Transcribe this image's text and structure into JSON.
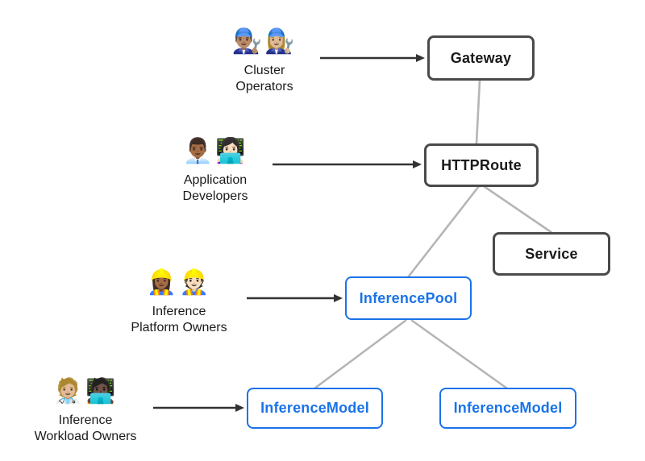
{
  "title": "Gateway API inference extension resource model diagram",
  "colors": {
    "accent_blue": "#1a73e8",
    "box_border_dark": "#4a4a4a",
    "connector_gray": "#b5b5b5",
    "arrow_dark": "#333333",
    "text_dark": "#1a1a1a",
    "background": "#ffffff"
  },
  "nodes": {
    "gateway": {
      "label": "Gateway",
      "variant": "dark"
    },
    "httproute": {
      "label": "HTTPRoute",
      "variant": "dark"
    },
    "service": {
      "label": "Service",
      "variant": "dark"
    },
    "inference_pool": {
      "label": "InferencePool",
      "variant": "blue"
    },
    "inference_model_left": {
      "label": "InferenceModel",
      "variant": "blue"
    },
    "inference_model_right": {
      "label": "InferenceModel",
      "variant": "blue"
    }
  },
  "personas": {
    "cluster_operators": {
      "emojis": [
        "👨🏽‍🔧",
        "👩🏼‍🔧"
      ],
      "line1": "Cluster",
      "line2": "Operators"
    },
    "application_developers": {
      "emojis": [
        "👨🏾‍💼",
        "👩🏻‍💻"
      ],
      "line1": "Application",
      "line2": "Developers"
    },
    "inference_platform_owners": {
      "emojis": [
        "👷🏾‍♀️",
        "👷🏻"
      ],
      "line1": "Inference",
      "line2": "Platform Owners"
    },
    "inference_workload_owners": {
      "emojis": [
        "🧑🏼‍⚕️",
        "🧑🏿‍💻"
      ],
      "line1": "Inference",
      "line2": "Workload Owners"
    }
  }
}
